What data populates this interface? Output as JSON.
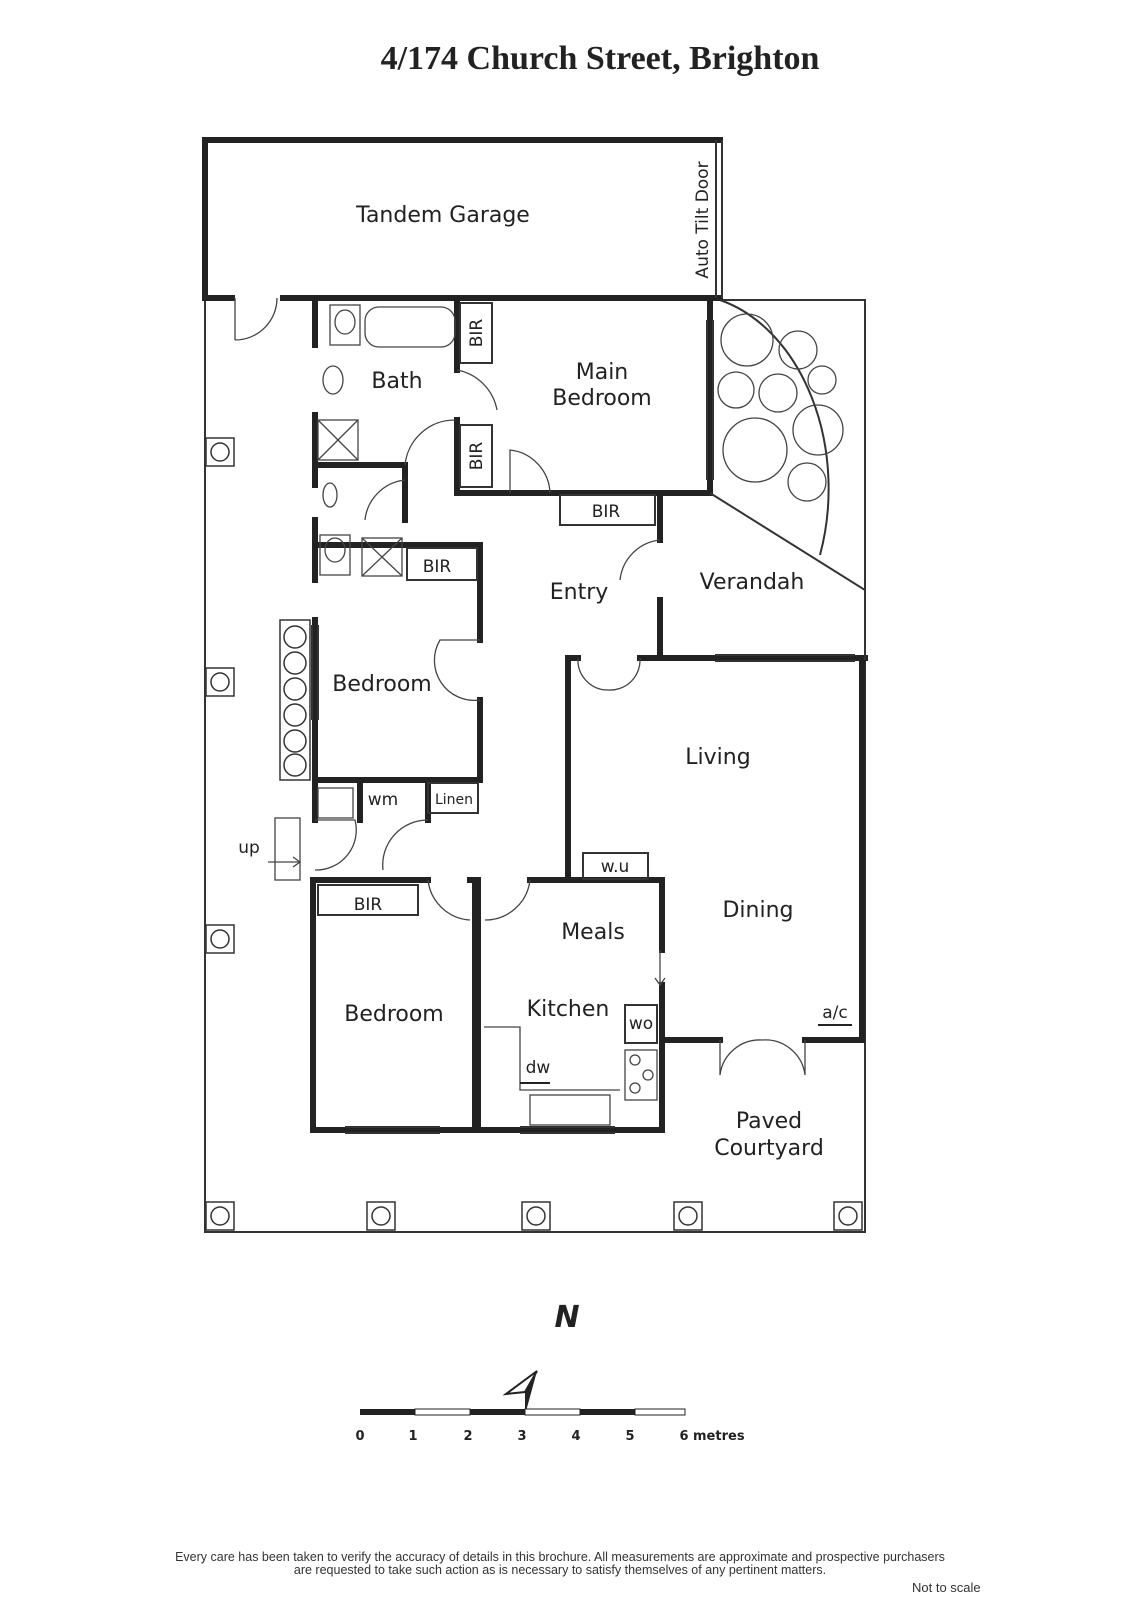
{
  "title": "4/174 Church Street, Brighton",
  "rooms": {
    "garage": "Tandem Garage",
    "tilt_door": "Auto Tilt Door",
    "bath": "Bath",
    "bir_1": "BIR",
    "bir_2": "BIR",
    "bir_3": "BIR",
    "bir_4": "BIR",
    "bir_5": "BIR",
    "main_bedroom_1": "Main",
    "main_bedroom_2": "Bedroom",
    "entry": "Entry",
    "verandah": "Verandah",
    "bedroom_2": "Bedroom",
    "wm": "wm",
    "linen": "Linen",
    "up": "up",
    "living": "Living",
    "wu": "w.u",
    "dining": "Dining",
    "meals": "Meals",
    "kitchen": "Kitchen",
    "wo": "wo",
    "dw": "dw",
    "ac": "a/c",
    "bedroom_3": "Bedroom",
    "courtyard_1": "Paved",
    "courtyard_2": "Courtyard"
  },
  "compass": {
    "label": "N"
  },
  "scale": {
    "ticks": [
      "0",
      "1",
      "2",
      "3",
      "4",
      "5",
      "6 metres"
    ]
  },
  "footer": {
    "disclaimer_1": "Every care has been taken to verify the accuracy of details in this brochure.  All measurements are approximate and prospective purchasers",
    "disclaimer_2": "are requested to take such action as is necessary to satisfy themselves of any pertinent matters.",
    "not_to_scale": "Not to scale"
  }
}
